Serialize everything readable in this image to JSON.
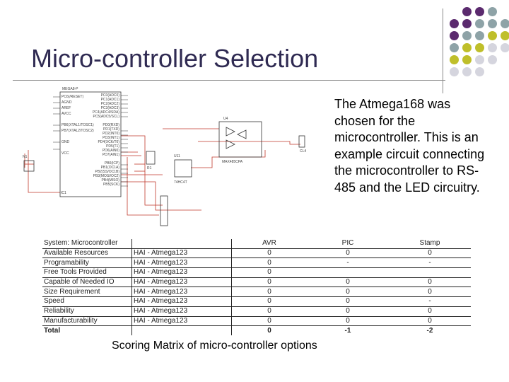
{
  "title": "Micro-controller Selection",
  "description": "The Atmega168 was chosen for the microcontroller. This is an example circuit connecting the microcontroller to RS-485 and the LED circuitry.",
  "schematic": {
    "chip_name": "MEGA8-P",
    "chip_ref": "IC1",
    "left_pins": [
      "PC6(/RESET)",
      "AGND",
      "AREF",
      "AVCC",
      "",
      "PB6(XTAL1/TOSC1)",
      "PB7(XTAL2/TOSC2)",
      "",
      "GND",
      "",
      "VCC"
    ],
    "right_pins": [
      "PC0(ADC0)",
      "PC1(ADC1)",
      "PC2(ADC2)",
      "PC3(ADC3)",
      "PC4(ADC4/SDA)",
      "PC5(ADC5/SCL)",
      "",
      "PD0(RXD)",
      "PD1(TXD)",
      "PD2(INT0)",
      "PD3(INT1)",
      "PD4(XCK/T0)",
      "PD5(T1)",
      "PD6(AIN0)",
      "PD7(AIN1)",
      "",
      "PB0(ICP)",
      "PB1(OC1A)",
      "PB2(SS/OC1B)",
      "PB3(MOSI/OC2)",
      "PB4(MISO)",
      "PB5(SCK)"
    ],
    "rs485_ref": "U4",
    "rs485_name": "MAX485CPA",
    "led_ref": "U11",
    "led_name": "74HC4T",
    "connector_left": "N1",
    "connector_right": "CL4",
    "connector_mid": "R1"
  },
  "matrix": {
    "headers": [
      "System: Microcontroller",
      "",
      "AVR",
      "PIC",
      "Stamp"
    ],
    "rows": [
      [
        "Available Resources",
        "HAI - Atmega123",
        "0",
        "0",
        "0"
      ],
      [
        "Programability",
        "HAI - Atmega123",
        "0",
        "-",
        "-"
      ],
      [
        "Free Tools Provided",
        "HAI - Atmega123",
        "0",
        "",
        ""
      ],
      [
        "Capable of Needed IO",
        "HAI - Atmega123",
        "0",
        "0",
        "0"
      ],
      [
        "Size Requirement",
        "HAI - Atmega123",
        "0",
        "0",
        "0"
      ],
      [
        "Speed",
        "HAI - Atmega123",
        "0",
        "0",
        "-"
      ],
      [
        "Reliability",
        "HAI - Atmega123",
        "0",
        "0",
        "0"
      ],
      [
        "Manufacturability",
        "HAI - Atmega123",
        "0",
        "0",
        "0"
      ]
    ],
    "total": [
      "Total",
      "",
      "0",
      "-1",
      "-2"
    ]
  },
  "caption": "Scoring Matrix of micro-controller options",
  "colors": {
    "title": "#2f2a52",
    "dot_purple": "#5b2a6e",
    "dot_slate": "#8ea3a7",
    "dot_olive": "#bfbf2a",
    "dot_light": "#d5d5de",
    "wire": "#c0392b"
  }
}
